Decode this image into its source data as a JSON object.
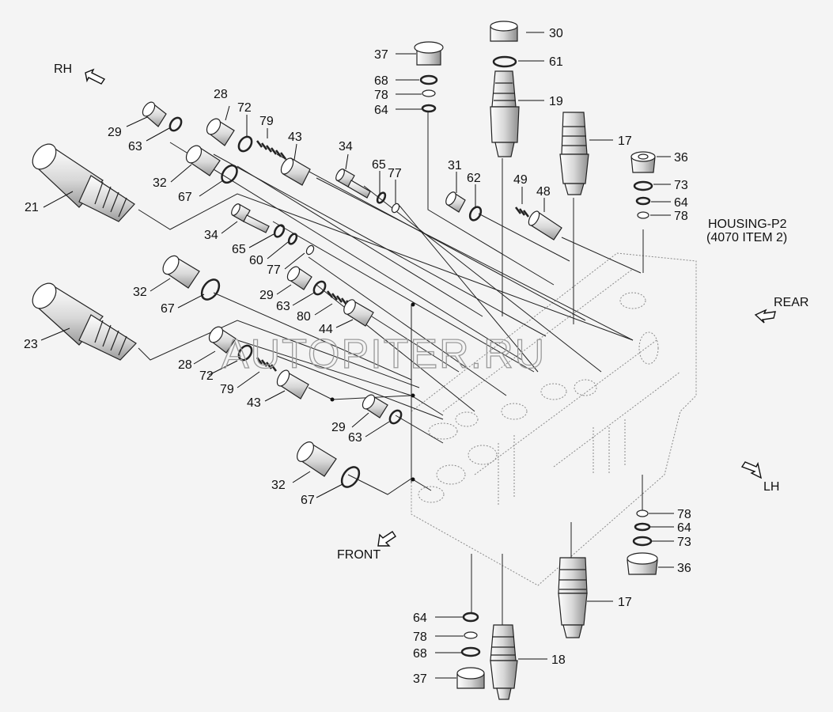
{
  "watermark": "AUTOPITER.RU",
  "directions": {
    "rh": "RH",
    "lh": "LH",
    "rear": "REAR",
    "front": "FRONT"
  },
  "housing": {
    "line1": "HOUSING-P2",
    "line2": "(4070 ITEM 2)"
  },
  "parts": [
    {
      "id": "p30",
      "label": "30"
    },
    {
      "id": "p61",
      "label": "61"
    },
    {
      "id": "p19",
      "label": "19"
    },
    {
      "id": "p37a",
      "label": "37"
    },
    {
      "id": "p68a",
      "label": "68"
    },
    {
      "id": "p78a",
      "label": "78"
    },
    {
      "id": "p64a",
      "label": "64"
    },
    {
      "id": "p17a",
      "label": "17"
    },
    {
      "id": "p36a",
      "label": "36"
    },
    {
      "id": "p73a",
      "label": "73"
    },
    {
      "id": "p64b",
      "label": "64"
    },
    {
      "id": "p78b",
      "label": "78"
    },
    {
      "id": "p28a",
      "label": "28"
    },
    {
      "id": "p72a",
      "label": "72"
    },
    {
      "id": "p79a",
      "label": "79"
    },
    {
      "id": "p43a",
      "label": "43"
    },
    {
      "id": "p29a",
      "label": "29"
    },
    {
      "id": "p63a",
      "label": "63"
    },
    {
      "id": "p34a",
      "label": "34"
    },
    {
      "id": "p65a",
      "label": "65"
    },
    {
      "id": "p77a",
      "label": "77"
    },
    {
      "id": "p31",
      "label": "31"
    },
    {
      "id": "p62",
      "label": "62"
    },
    {
      "id": "p49",
      "label": "49"
    },
    {
      "id": "p48",
      "label": "48"
    },
    {
      "id": "p32a",
      "label": "32"
    },
    {
      "id": "p67a",
      "label": "67"
    },
    {
      "id": "p21",
      "label": "21"
    },
    {
      "id": "p34b",
      "label": "34"
    },
    {
      "id": "p65b",
      "label": "65"
    },
    {
      "id": "p60",
      "label": "60"
    },
    {
      "id": "p77b",
      "label": "77"
    },
    {
      "id": "p32b",
      "label": "32"
    },
    {
      "id": "p67b",
      "label": "67"
    },
    {
      "id": "p29b",
      "label": "29"
    },
    {
      "id": "p63b",
      "label": "63"
    },
    {
      "id": "p80",
      "label": "80"
    },
    {
      "id": "p44",
      "label": "44"
    },
    {
      "id": "p23",
      "label": "23"
    },
    {
      "id": "p28b",
      "label": "28"
    },
    {
      "id": "p72b",
      "label": "72"
    },
    {
      "id": "p79b",
      "label": "79"
    },
    {
      "id": "p43b",
      "label": "43"
    },
    {
      "id": "p29c",
      "label": "29"
    },
    {
      "id": "p63c",
      "label": "63"
    },
    {
      "id": "p32c",
      "label": "32"
    },
    {
      "id": "p67c",
      "label": "67"
    },
    {
      "id": "p78c",
      "label": "78"
    },
    {
      "id": "p64c",
      "label": "64"
    },
    {
      "id": "p73b",
      "label": "73"
    },
    {
      "id": "p36b",
      "label": "36"
    },
    {
      "id": "p17b",
      "label": "17"
    },
    {
      "id": "p64d",
      "label": "64"
    },
    {
      "id": "p78d",
      "label": "78"
    },
    {
      "id": "p68b",
      "label": "68"
    },
    {
      "id": "p37b",
      "label": "37"
    },
    {
      "id": "p18",
      "label": "18"
    }
  ]
}
